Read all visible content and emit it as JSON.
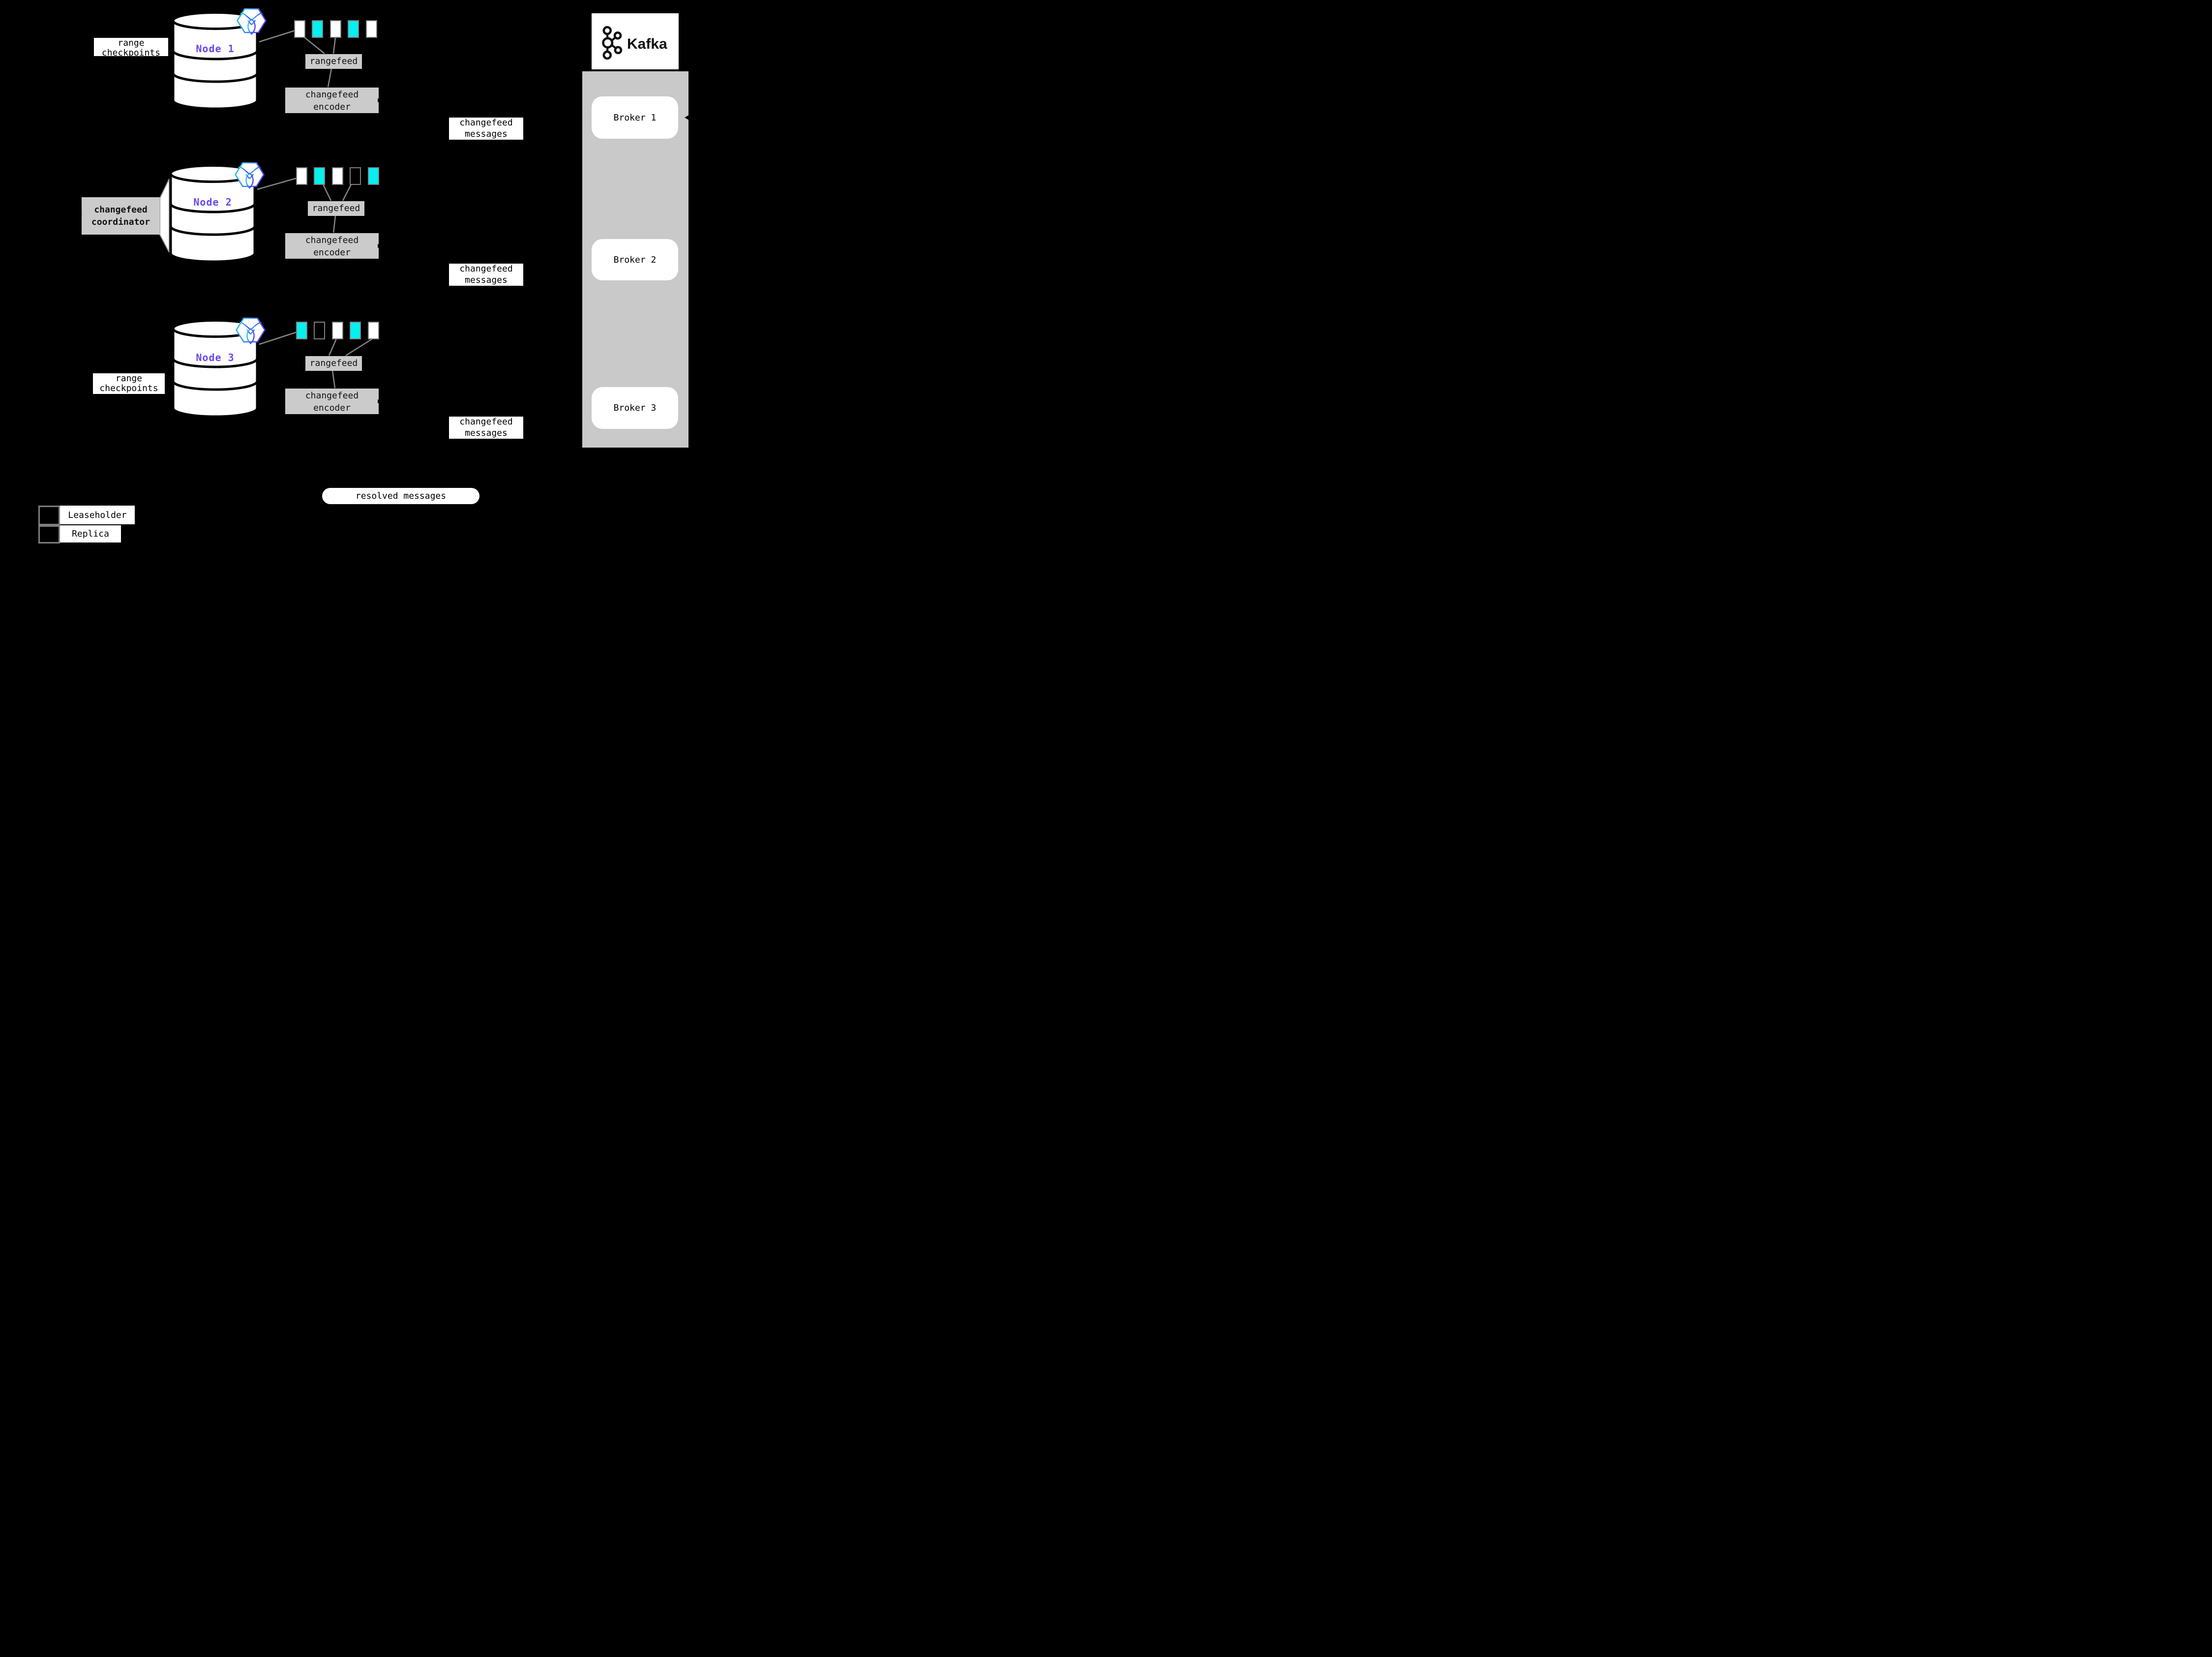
{
  "diagram": {
    "background": "#000000",
    "colors": {
      "leaseholder": "#05F0F0",
      "replica": "#FFFFFF",
      "box_gray": "#CBCBCB",
      "kafka_gray": "#C9C9C9",
      "border_gray": "#7F7F7F",
      "line_gray": "#858585",
      "node_label": "#6B46F2",
      "background": "#000000"
    },
    "icons": {
      "cockroachdb_badge": "cockroachdb-hexagon-logo",
      "kafka_logo": "kafka-circles-logo",
      "database": "cylinder-database-shape"
    },
    "nodes": [
      {
        "label": "Node 1",
        "ranges": [
          "replica",
          "leaseholder",
          "replica",
          "leaseholder",
          "replica"
        ]
      },
      {
        "label": "Node 2",
        "ranges": [
          "replica",
          "leaseholder",
          "replica",
          "empty",
          "leaseholder"
        ]
      },
      {
        "label": "Node 3",
        "ranges": [
          "leaseholder",
          "empty",
          "replica",
          "leaseholder",
          "replica"
        ]
      }
    ],
    "labels": {
      "range_checkpoints": "range\ncheckpoints",
      "rangefeed": "rangefeed",
      "changefeed_encoder": "changefeed\nencoder",
      "changefeed_messages": "changefeed\nmessages",
      "changefeed_coordinator": "changefeed\ncoordinator",
      "resolved_messages": "resolved messages"
    },
    "kafka": {
      "name": "Kafka",
      "brokers": [
        "Broker 1",
        "Broker 2",
        "Broker 3"
      ]
    },
    "legend": {
      "items": [
        {
          "key": "leaseholder",
          "label": "Leaseholder"
        },
        {
          "key": "replica",
          "label": "Replica"
        }
      ]
    }
  }
}
